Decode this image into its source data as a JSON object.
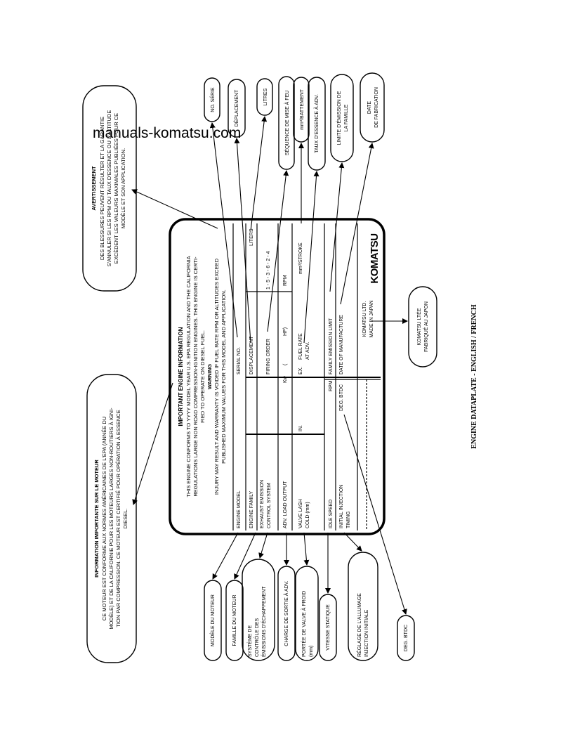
{
  "watermark": "manuals-komatsu.com",
  "caption": "ENGINE DATAPLATE - ENGLISH / FRENCH",
  "plate": {
    "title": "IMPORTANT ENGINE INFORMATION",
    "intro": [
      "THIS ENGINE CONFORMS TO YYYY MODEL YEAR U.S. EPA REGULATION AND THE CALIFORNIA",
      "REGULATIONS LARGE NON ROAD COMPRESSION-IGNITION ENGINES. THIS ENGINE IS CERTI-",
      "FIED TO OPERATE ON DIESEL FUEL."
    ],
    "warning_title": "WARNING",
    "warning": [
      "INJURY MAY RESULT AND WARRANTY IS VOIDED IF FUEL RATE RPM OR ALTITUDES EXCEED",
      "PUBLISHED MAXIMUM VALUES FOR THIS MODEL AND APPLICATION."
    ],
    "engine_model": "ENGINE MODEL",
    "serial_no": "SERIAL NO.",
    "engine_family": "ENGINE FAMILY",
    "displacement": "DISPLACEMENT",
    "liters": "LITERS",
    "exhaust_1": "EXHAUST EMISSION",
    "exhaust_2": "CONTROL SYSTEM",
    "firing_order": "FIRING ORDER",
    "firing_sequence": "1 - 5 - 3 - 6 - 2 - 4",
    "adv_load_output": "ADV. LOAD OUTPUT",
    "kw": "Kw",
    "paren_open": "(",
    "hp": "HP)",
    "rpm1": "RPM",
    "valve_lash_1": "VALVE LASH",
    "valve_lash_2": "COLD (mm)",
    "in": "IN.",
    "ex": "EX.",
    "fuel_rate_1": "FUEL RATE",
    "fuel_rate_2": "AT ADV.",
    "mm3_stroke": "mm³/STROKE",
    "idle_speed": "IDLE SPEED",
    "rpm2": "RPM",
    "family_emission_limit": "FAMILY EMISSION LIMIT",
    "initial_injection_1": "INITIAL INJECTION",
    "initial_injection_2": "TIMING",
    "deg_btdc": "DEG. BTDC",
    "date_of_manufacture": "DATE OF MANUFACTURE",
    "maker_1": "KOMATSU LTD.",
    "maker_2": "MADE IN JAPAN",
    "logo": "KOMATSU"
  },
  "callouts": {
    "avertissement_title": "AVERTISSEMENT",
    "avertissement": [
      "DES BLESSURES PEUVENT RÉSULTER ET LA GARANTIE",
      "S'ANNULER SI LES RPM OU TAUX D'ESSENCE OU L'ALTITUDE",
      "EXCÈDENT LES VALEURS MAXIMALES PUBLIÉES POUR CE",
      "MODÈLE ET SON APPLICATION."
    ],
    "info_title": "INFORMATION IMPORTANTE SUR LE MOTEUR",
    "info": [
      "CE MOTEUR EST CONFORME AUX NORMES AMÉRICAINES DE L'EPA (ANNÉE DU",
      "MODÈLE) ET DE LA CALIFORNIE POUR LES MOTEURS LARGES NON-ROUTIERS À IGNI-",
      "TION PAR COMPRESSION. CE MOTEUR EST CERTIFIÉ POUR OPÉRATION À ESSENCE",
      "DIESEL."
    ],
    "no_serie": "NO. SÉRIE",
    "deplacement": "DÉPLACEMENT",
    "litres": "LITRES",
    "sequence": "SÉQUENCE DE MISE À FEU",
    "mm3_battement": "mm³/BATTEMENT",
    "taux_essence": "TAUX D'ESSENCE À ADV.",
    "limite_1": "LIMITE D'ÉMISSION DE",
    "limite_2": "LA FAMILLE",
    "date_1": "DATE",
    "date_2": "DE FABRICATION",
    "komatsu_1": "KOMATSU LTÉE",
    "komatsu_2": "FABRIQUÉ AU JAPON",
    "modele_moteur": "MODÈLE DU MOTEUR",
    "famille_moteur": "FAMILLE DU MOTEUR",
    "systeme_1": "SYSTÈME DE",
    "systeme_2": "CONTRÔLE DES",
    "systeme_3": "ÉMISSIONS D'ÉCHAPPEMENT",
    "charge": "CHARGE DE SORTIE À ADV.",
    "portee_1": "PORTÉE DE VALVE À FROID",
    "portee_2": "(mm)",
    "vitesse": "VITESSE STATIQUE",
    "reglage_1": "RÉGLAGE DE L'ALLUMAGE",
    "reglage_2": "INJECTION INITIALE",
    "deg_btdc": "DEG. BTDC"
  }
}
